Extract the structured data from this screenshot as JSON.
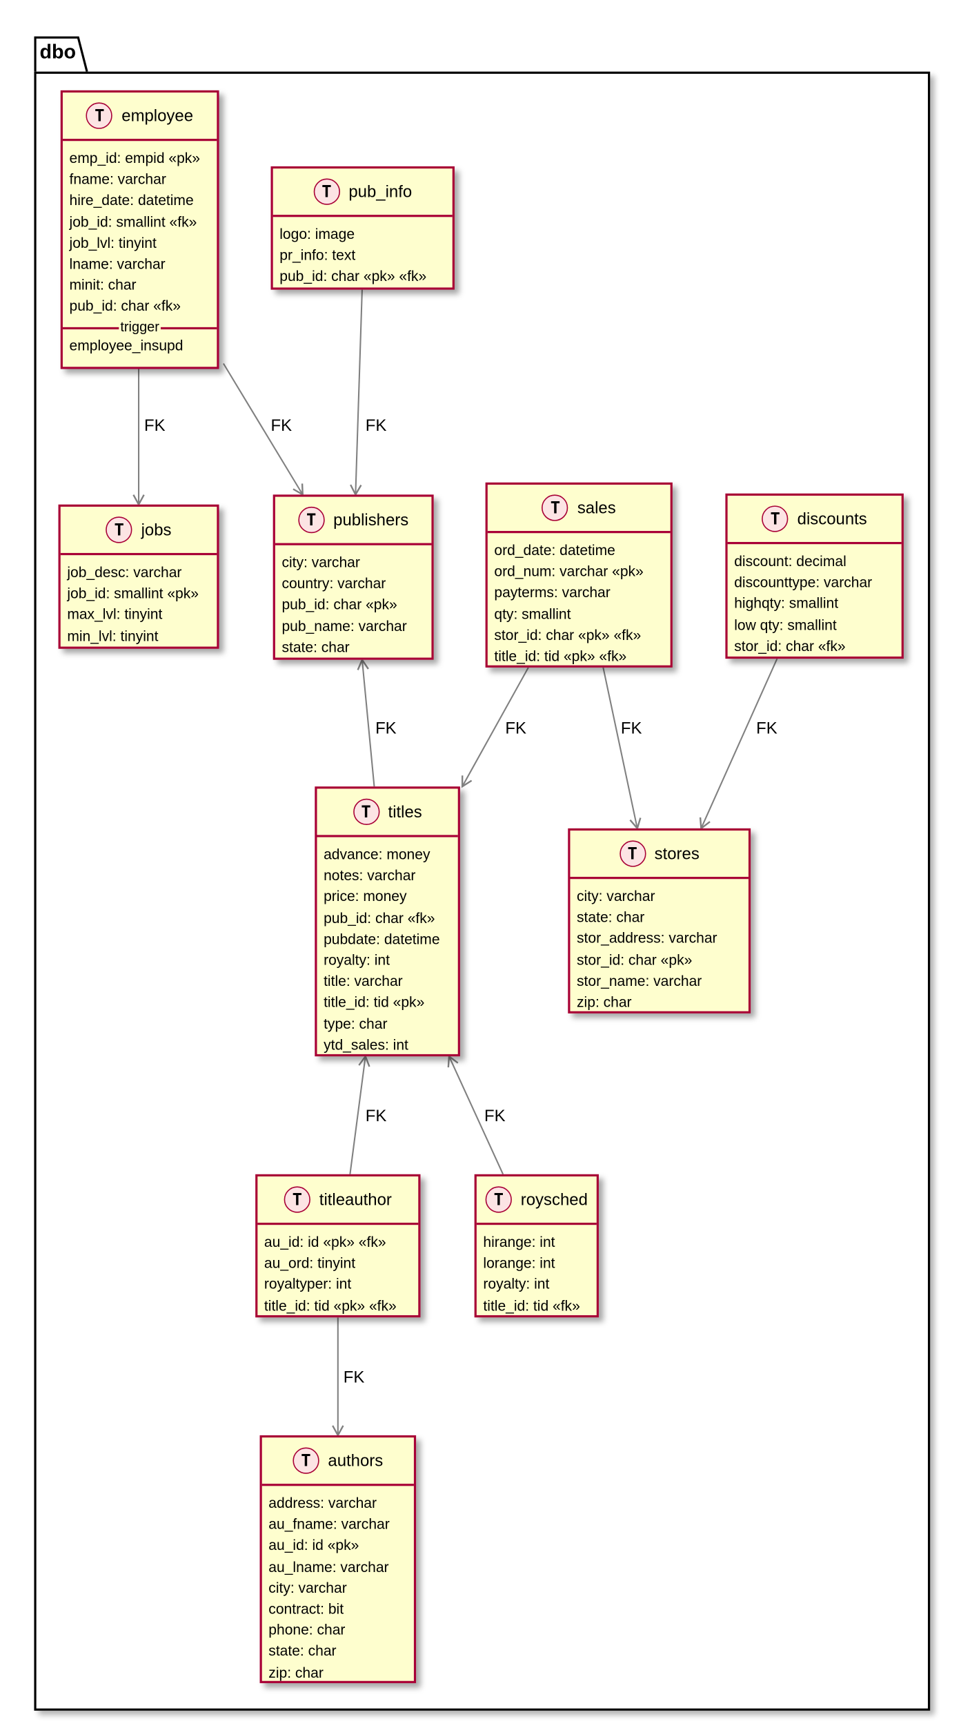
{
  "package": {
    "name": "dbo"
  },
  "relation_label": "FK",
  "icon": {
    "name": "table-icon",
    "glyph": "T"
  },
  "colors": {
    "box_fill": "#FEFECE",
    "box_border": "#A80036",
    "icon_fill": "#FCE4E4",
    "edge": "#808080"
  },
  "tables": [
    {
      "id": "employee",
      "name": "employee",
      "fields": [
        "emp_id: empid «pk»",
        "fname: varchar",
        "hire_date: datetime",
        "job_id: smallint «fk»",
        "job_lvl: tinyint",
        "lname: varchar",
        "minit: char",
        "pub_id: char «fk»"
      ],
      "section": "trigger",
      "section_items": [
        "employee_insupd"
      ]
    },
    {
      "id": "pub_info",
      "name": "pub_info",
      "fields": [
        "logo: image",
        "pr_info: text",
        "pub_id: char «pk» «fk»"
      ]
    },
    {
      "id": "jobs",
      "name": "jobs",
      "fields": [
        "job_desc: varchar",
        "job_id: smallint «pk»",
        "max_lvl: tinyint",
        "min_lvl: tinyint"
      ]
    },
    {
      "id": "publishers",
      "name": "publishers",
      "fields": [
        "city: varchar",
        "country: varchar",
        "pub_id: char «pk»",
        "pub_name: varchar",
        "state: char"
      ]
    },
    {
      "id": "sales",
      "name": "sales",
      "fields": [
        "ord_date: datetime",
        "ord_num: varchar «pk»",
        "payterms: varchar",
        "qty: smallint",
        "stor_id: char «pk» «fk»",
        "title_id: tid «pk» «fk»"
      ]
    },
    {
      "id": "discounts",
      "name": "discounts",
      "fields": [
        "discount: decimal",
        "discounttype: varchar",
        "highqty: smallint",
        "low qty: smallint",
        "stor_id: char «fk»"
      ]
    },
    {
      "id": "titles",
      "name": "titles",
      "fields": [
        "advance: money",
        "notes: varchar",
        "price: money",
        "pub_id: char «fk»",
        "pubdate: datetime",
        "royalty: int",
        "title: varchar",
        "title_id: tid «pk»",
        "type: char",
        "ytd_sales: int"
      ]
    },
    {
      "id": "stores",
      "name": "stores",
      "fields": [
        "city: varchar",
        "state: char",
        "stor_address: varchar",
        "stor_id: char «pk»",
        "stor_name: varchar",
        "zip: char"
      ]
    },
    {
      "id": "titleauthor",
      "name": "titleauthor",
      "fields": [
        "au_id: id «pk» «fk»",
        "au_ord: tinyint",
        "royaltyper: int",
        "title_id: tid «pk» «fk»"
      ]
    },
    {
      "id": "roysched",
      "name": "roysched",
      "fields": [
        "hirange: int",
        "lorange: int",
        "royalty: int",
        "title_id: tid «fk»"
      ]
    },
    {
      "id": "authors",
      "name": "authors",
      "fields": [
        "address: varchar",
        "au_fname: varchar",
        "au_id: id «pk»",
        "au_lname: varchar",
        "city: varchar",
        "contract: bit",
        "phone: char",
        "state: char",
        "zip: char"
      ]
    }
  ],
  "relations": [
    {
      "from": "employee",
      "to": "jobs",
      "label": "FK"
    },
    {
      "from": "employee",
      "to": "publishers",
      "label": "FK"
    },
    {
      "from": "pub_info",
      "to": "publishers",
      "label": "FK"
    },
    {
      "from": "titles",
      "to": "publishers",
      "label": "FK"
    },
    {
      "from": "sales",
      "to": "titles",
      "label": "FK"
    },
    {
      "from": "sales",
      "to": "stores",
      "label": "FK"
    },
    {
      "from": "discounts",
      "to": "stores",
      "label": "FK"
    },
    {
      "from": "titleauthor",
      "to": "titles",
      "label": "FK"
    },
    {
      "from": "roysched",
      "to": "titles",
      "label": "FK"
    },
    {
      "from": "titleauthor",
      "to": "authors",
      "label": "FK"
    }
  ]
}
